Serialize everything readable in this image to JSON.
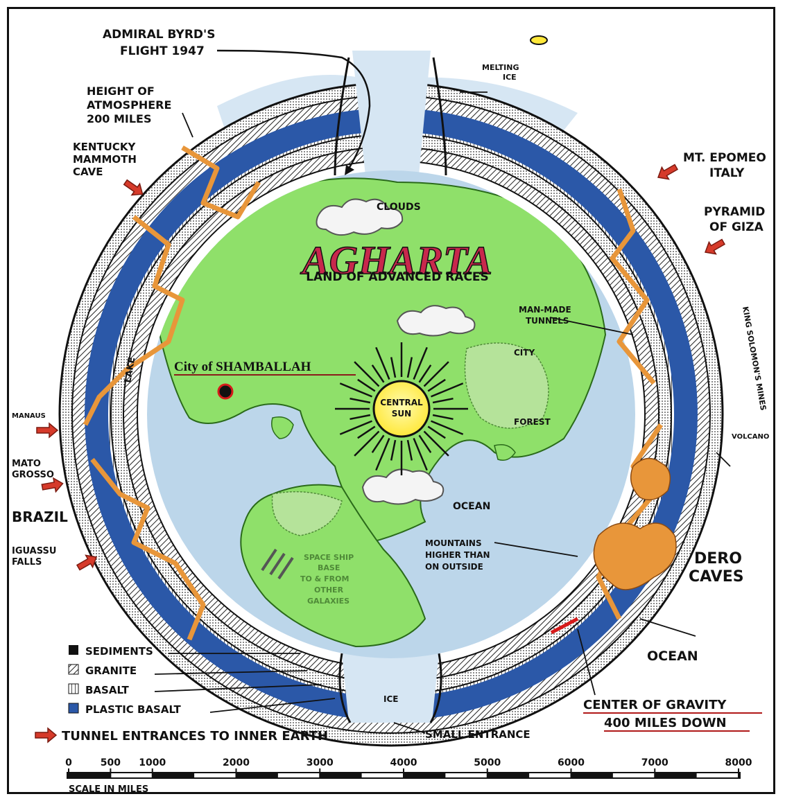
{
  "title": "AGHARTA",
  "subtitle": "LAND OF ADVANCED RACES",
  "colors": {
    "plastic_basalt": "#2b58a8",
    "land": "#8fe06a",
    "ocean": "#bcd6ea",
    "tunnel": "#e8963a",
    "title": "#c8284c",
    "arrow": "#d63a2a",
    "sun": "#fff36a"
  },
  "labels": {
    "byrd_line1": "ADMIRAL BYRD'S",
    "byrd_line2": "FLIGHT 1947",
    "atmos_line1": "HEIGHT OF",
    "atmos_line2": "ATMOSPHERE",
    "atmos_line3": "200 MILES",
    "melting_line1": "MELTING",
    "melting_line2": "ICE",
    "kentucky_line1": "KENTUCKY",
    "kentucky_line2": "MAMMOTH",
    "kentucky_line3": "CAVE",
    "epomeo_line1": "MT. EPOMEO",
    "epomeo_line2": "ITALY",
    "giza_line1": "PYRAMID",
    "giza_line2": "OF GIZA",
    "clouds": "CLOUDS",
    "tunnels_line1": "MAN-MADE",
    "tunnels_line2": "TUNNELS",
    "king_solomon": "KING SOLOMON'S MINES",
    "city": "CITY",
    "shamballah": "City of SHAMBALLAH",
    "central_sun_line1": "CENTRAL",
    "central_sun_line2": "SUN",
    "forest": "FOREST",
    "lake": "LAKE",
    "manaus": "MANAUS",
    "mato_line1": "MATO",
    "mato_line2": "GROSSO",
    "brazil": "BRAZIL",
    "iguassu_line1": "IGUASSU",
    "iguassu_line2": "FALLS",
    "volcano": "VOLCANO",
    "ocean_inner": "OCEAN",
    "mountains_line1": "MOUNTAINS",
    "mountains_line2": "HIGHER THAN",
    "mountains_line3": "ON OUTSIDE",
    "spaceship_line1": "SPACE SHIP",
    "spaceship_line2": "BASE",
    "spaceship_line3": "TO & FROM",
    "spaceship_line4": "OTHER",
    "spaceship_line5": "GALAXIES",
    "dero_line1": "DERO",
    "dero_line2": "CAVES",
    "ocean_outer": "OCEAN",
    "gravity_line1": "CENTER OF GRAVITY",
    "gravity_line2": "400 MILES DOWN",
    "ice": "ICE",
    "small_entrance": "SMALL ENTRANCE"
  },
  "legend": {
    "items": [
      "SEDIMENTS",
      "GRANITE",
      "BASALT",
      "PLASTIC BASALT"
    ],
    "tunnel_entrances": "TUNNEL ENTRANCES TO INNER EARTH"
  },
  "scale": {
    "ticks": [
      "0",
      "500",
      "1000",
      "2000",
      "3000",
      "4000",
      "5000",
      "6000",
      "7000",
      "8000"
    ],
    "label": "SCALE IN MILES"
  }
}
